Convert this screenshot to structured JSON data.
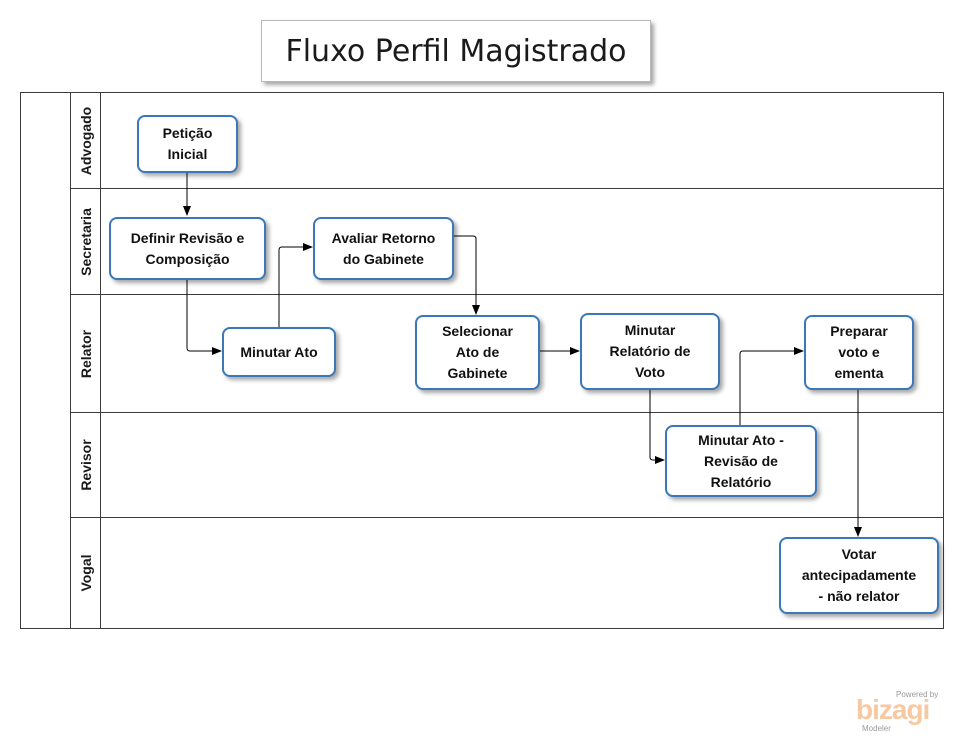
{
  "title": "Fluxo Perfil Magistrado",
  "lanes": [
    {
      "label": "Advogado"
    },
    {
      "label": "Secretaria"
    },
    {
      "label": "Relator"
    },
    {
      "label": "Revisor"
    },
    {
      "label": "Vogal"
    }
  ],
  "tasks": {
    "peticao_inicial": "Petição\nInicial",
    "definir_revisao": "Definir Revisão e\nComposição",
    "avaliar_retorno": "Avaliar Retorno\ndo Gabinete",
    "minutar_ato": "Minutar Ato",
    "selecionar_ato": "Selecionar\nAto de\nGabinete",
    "minutar_relatorio": "Minutar\nRelatório de\nVoto",
    "preparar_voto": "Preparar\nvoto e\nementa",
    "minutar_ato_revisao": "Minutar Ato -\nRevisão de\nRelatório",
    "votar_antecipadamente": "Votar\nantecipadamente\n- não relator"
  },
  "logo": {
    "powered": "Powered by",
    "brand": "bizagi",
    "product": "Modeler"
  },
  "colors": {
    "task_border": "#3a78b7",
    "line": "#000000",
    "logo": "#f6c9a3"
  }
}
